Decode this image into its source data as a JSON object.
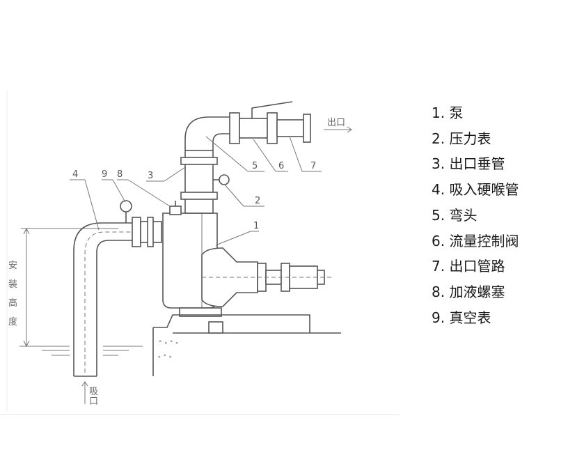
{
  "legend": [
    "1. 泵",
    "2. 压力表",
    "3. 出口垂管",
    "4. 吸入硬喉管",
    "5. 弯头",
    "6. 流量控制阀",
    "7. 出口管路",
    "8. 加液螺塞",
    "9. 真空表"
  ],
  "diagram": {
    "callouts": [
      "1",
      "2",
      "3",
      "4",
      "5",
      "6",
      "7",
      "8",
      "9"
    ],
    "outlet_label": "出口",
    "inlet_label": "吸口",
    "height_label": [
      "安",
      "装",
      "高",
      "度"
    ]
  }
}
